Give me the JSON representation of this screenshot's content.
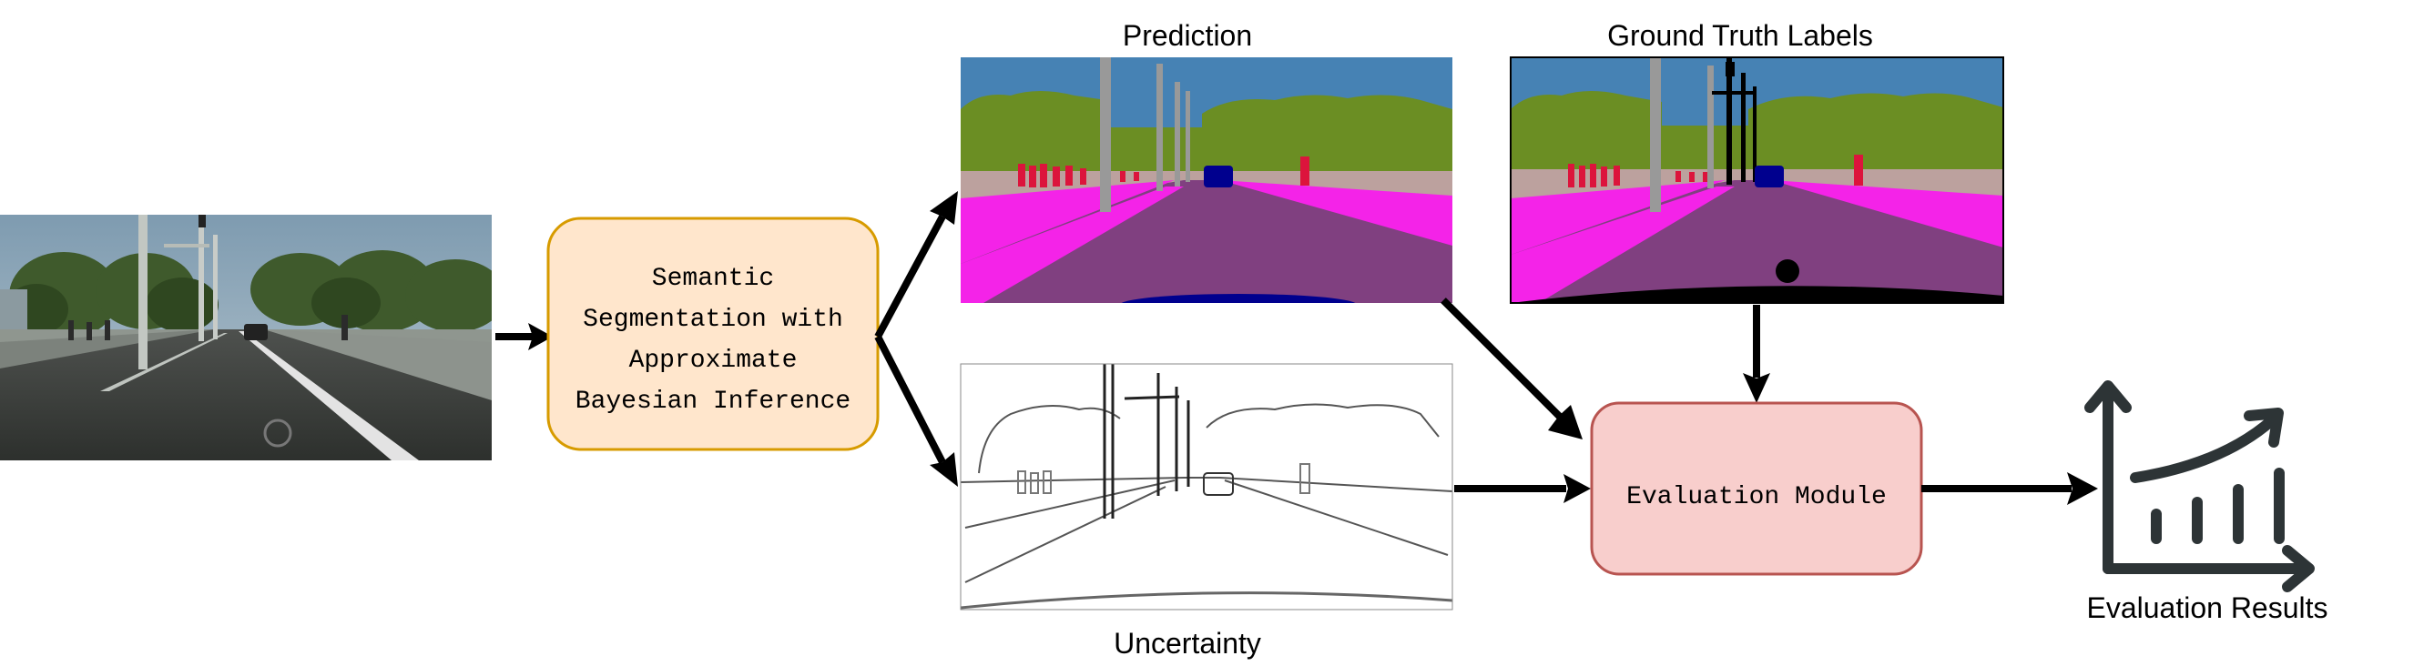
{
  "process_box": {
    "lines": [
      "Semantic",
      "Segmentation with",
      "Approximate",
      "Bayesian Inference"
    ],
    "fill": "#ffe6cc",
    "stroke": "#d79b00"
  },
  "evaluation_box": {
    "label": "Evaluation Module",
    "fill": "#f8cecc",
    "stroke": "#b85450"
  },
  "labels": {
    "prediction": "Prediction",
    "ground_truth": "Ground Truth Labels",
    "uncertainty": "Uncertainty",
    "results": "Evaluation Results"
  },
  "images": {
    "input": "input-street-photo",
    "prediction": "prediction-segmentation-map",
    "ground_truth": "ground-truth-segmentation-map",
    "uncertainty": "uncertainty-map"
  },
  "segmentation_colors": {
    "sky": "#4682b4",
    "vegetation": "#6b8e23",
    "road": "#804080",
    "sidewalk": "#f423e8",
    "terrain": "#bca19e",
    "person": "#dc143c",
    "pole": "#999999",
    "car": "#00008e",
    "void": "#000000"
  },
  "arrow_color": "#000000",
  "results_icon_color": "#2d3436"
}
